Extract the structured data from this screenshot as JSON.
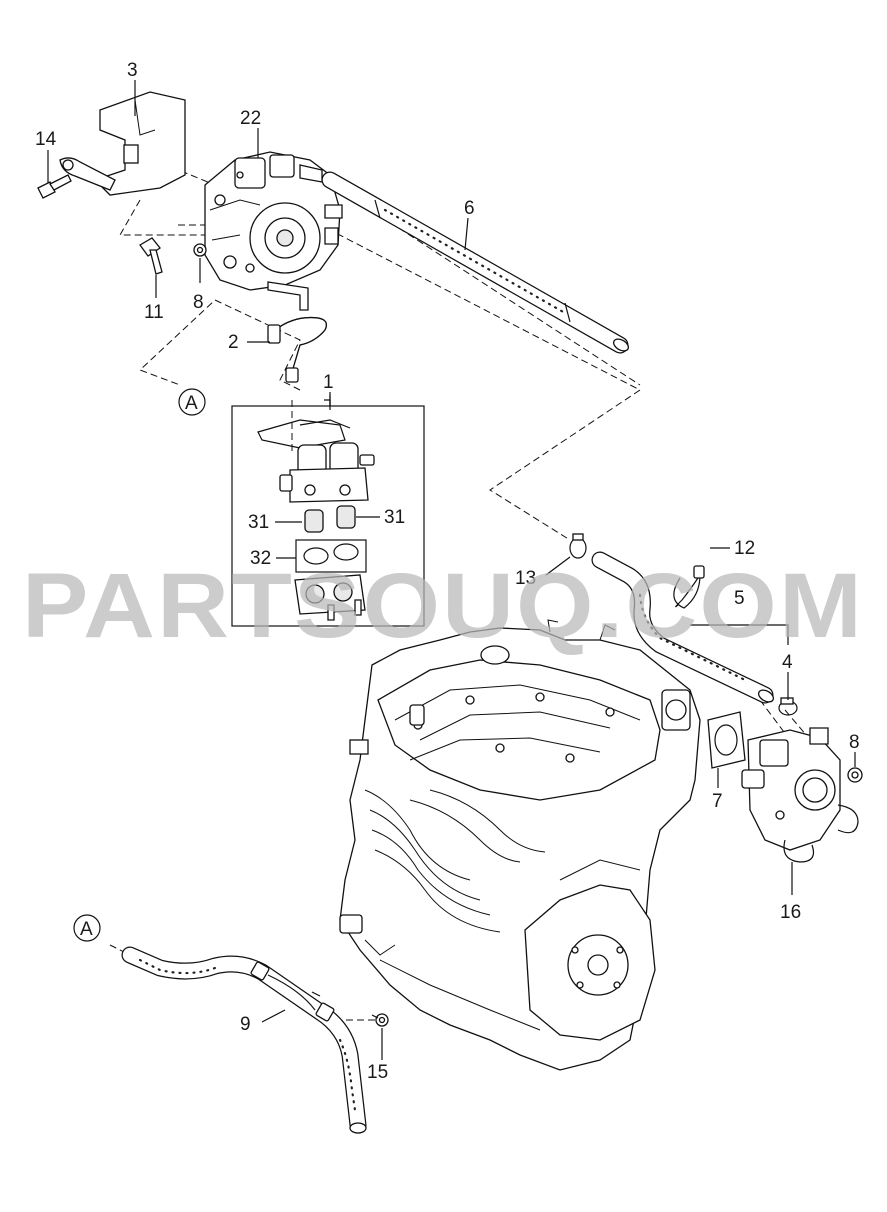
{
  "diagram": {
    "callouts": {
      "c3": "3",
      "c14": "14",
      "c22": "22",
      "c6": "6",
      "c11": "11",
      "c8a": "8",
      "c2": "2",
      "c1": "1",
      "c31a": "31",
      "c31b": "31",
      "c32": "32",
      "c13": "13",
      "c12": "12",
      "c5": "5",
      "c4": "4",
      "c8b": "8",
      "c7": "7",
      "c16": "16",
      "c9": "9",
      "c15": "15"
    },
    "markers": {
      "a_top": "A",
      "a_bottom": "A"
    },
    "watermark": "PARTSOUQ.COM"
  }
}
